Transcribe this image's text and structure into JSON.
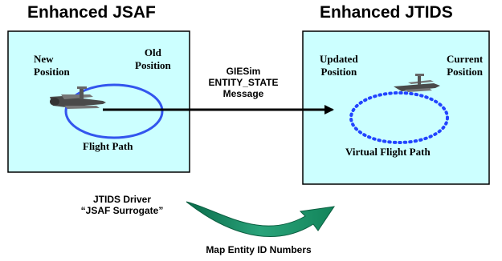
{
  "titles": {
    "left": "Enhanced JSAF",
    "right": "Enhanced JTIDS"
  },
  "left_panel": {
    "new_position": [
      "New",
      "Position"
    ],
    "old_position": [
      "Old",
      "Position"
    ],
    "flight_path": "Flight Path"
  },
  "right_panel": {
    "updated_position": [
      "Updated",
      "Position"
    ],
    "current_position": [
      "Current",
      "Position"
    ],
    "virtual_flight_path": "Virtual Flight Path"
  },
  "message": [
    "GIESim",
    "ENTITY_STATE",
    "Message"
  ],
  "driver": [
    "JTIDS Driver",
    "“JSAF Surrogate”"
  ],
  "map_label": "Map Entity ID Numbers",
  "colors": {
    "panel": "#ccffff",
    "ellipse": "#3355ee",
    "dotted": "#2244ff",
    "curve": "#1e8f6e",
    "arrow": "#000000"
  }
}
